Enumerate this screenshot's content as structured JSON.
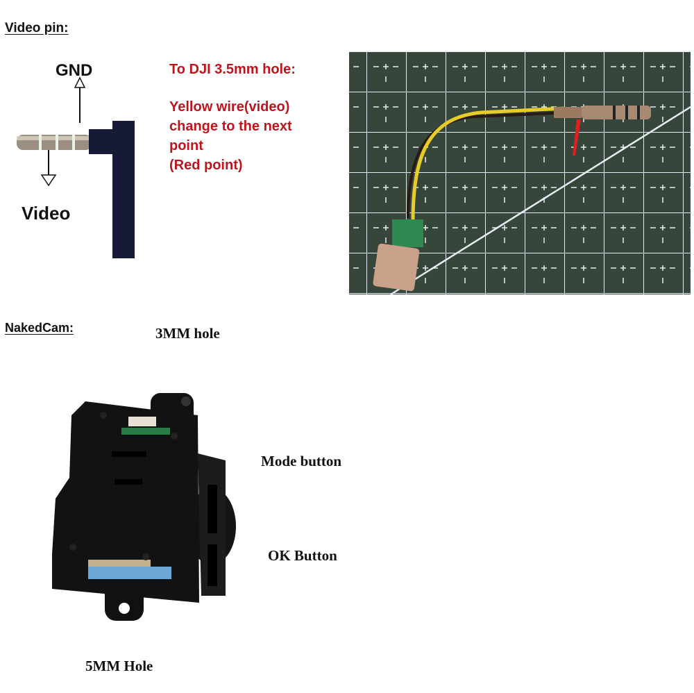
{
  "section_video": {
    "heading": "Video pin:",
    "diagram": {
      "top_label": "GND",
      "bottom_label": "Video"
    },
    "note": {
      "title": "To DJI 3.5mm hole:",
      "lines": [
        "Yellow wire(video)",
        "change to the next",
        "point",
        "(Red point)"
      ],
      "color": "#c0141c"
    },
    "photo": {
      "description": "USB-C to 3.5mm cable on green cutting mat",
      "mat_color": "#36463a",
      "wire_color": "#e8cc2a",
      "arrow_color": "#e0201e"
    }
  },
  "section_cam": {
    "heading": "NakedCam:",
    "labels": {
      "top_hole": "3MM hole",
      "mode": "Mode button",
      "ok": "OK Button",
      "bottom_hole": "5MM Hole"
    }
  }
}
